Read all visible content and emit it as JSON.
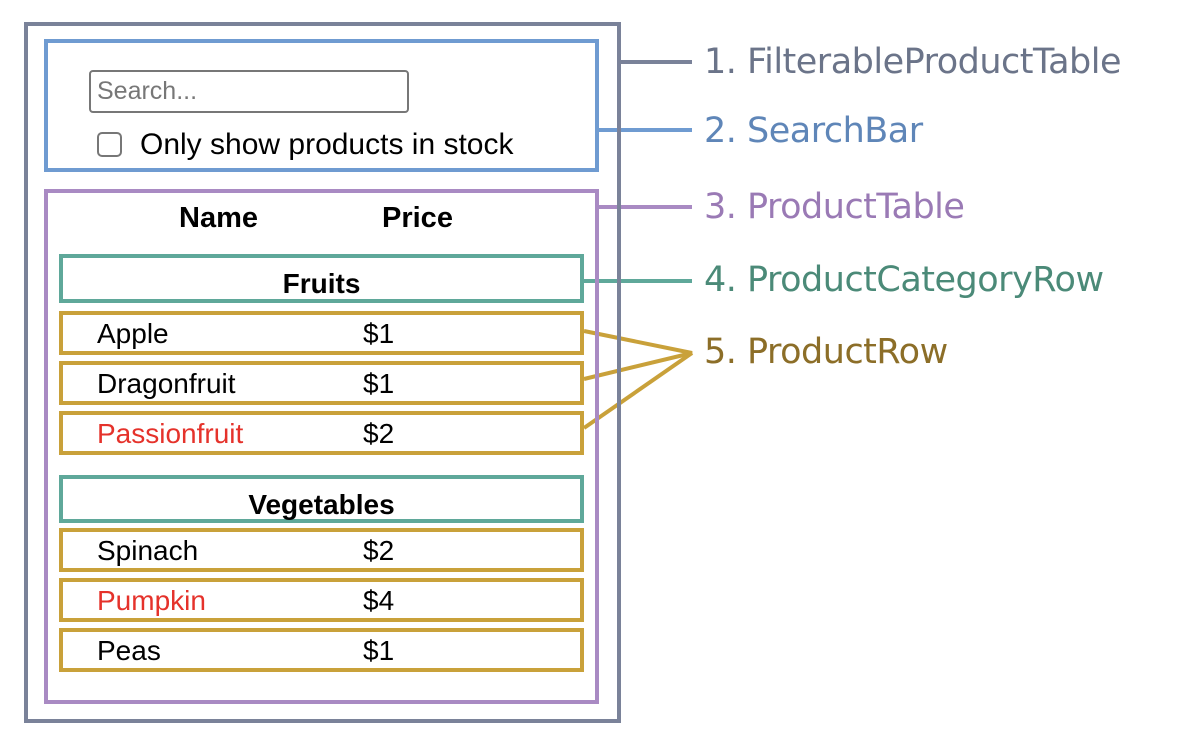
{
  "components": [
    {
      "label": "1. FilterableProductTable",
      "color": "#6b7489"
    },
    {
      "label": "2. SearchBar",
      "color": "#5f86b8"
    },
    {
      "label": "3. ProductTable",
      "color": "#9a7ab5"
    },
    {
      "label": "4. ProductCategoryRow",
      "color": "#4b8a78"
    },
    {
      "label": "5. ProductRow",
      "color": "#8c6e28"
    }
  ],
  "search": {
    "placeholder": "Search...",
    "checkbox_label": "Only show products in stock",
    "checked": false
  },
  "table": {
    "headers": {
      "name": "Name",
      "price": "Price"
    },
    "categories": [
      {
        "name": "Fruits",
        "rows": [
          {
            "name": "Apple",
            "price": "$1",
            "stocked": true
          },
          {
            "name": "Dragonfruit",
            "price": "$1",
            "stocked": true
          },
          {
            "name": "Passionfruit",
            "price": "$2",
            "stocked": false
          }
        ]
      },
      {
        "name": "Vegetables",
        "rows": [
          {
            "name": "Spinach",
            "price": "$2",
            "stocked": true
          },
          {
            "name": "Pumpkin",
            "price": "$4",
            "stocked": false
          },
          {
            "name": "Peas",
            "price": "$1",
            "stocked": true
          }
        ]
      }
    ]
  }
}
